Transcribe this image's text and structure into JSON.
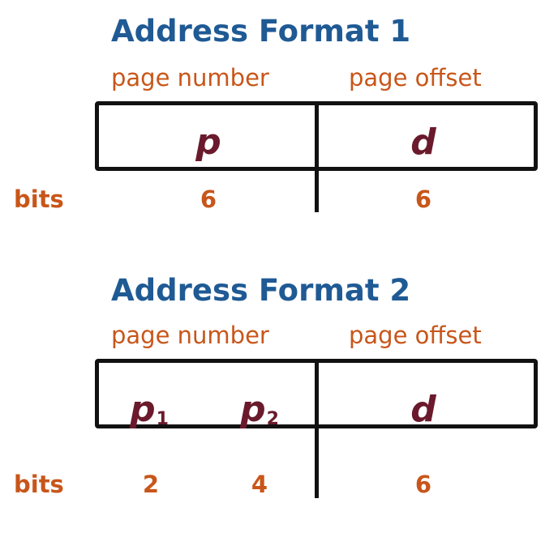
{
  "format1": {
    "title": "Address Format 1",
    "labels": {
      "page_number": "page number",
      "page_offset": "page offset"
    },
    "fields": {
      "p": "p",
      "d": "d"
    },
    "bits_label": "bits",
    "bits": {
      "p": "6",
      "d": "6"
    }
  },
  "format2": {
    "title": "Address Format 2",
    "labels": {
      "page_number": "page number",
      "page_offset": "page offset"
    },
    "fields": {
      "p1": "p",
      "p1_sub": "1",
      "p2": "p",
      "p2_sub": "2",
      "d": "d"
    },
    "bits_label": "bits",
    "bits": {
      "p1": "2",
      "p2": "4",
      "d": "6"
    }
  },
  "colors": {
    "title": "#1f5a94",
    "label": "#c8561a",
    "variable": "#6a1a2c",
    "border": "#111111"
  }
}
